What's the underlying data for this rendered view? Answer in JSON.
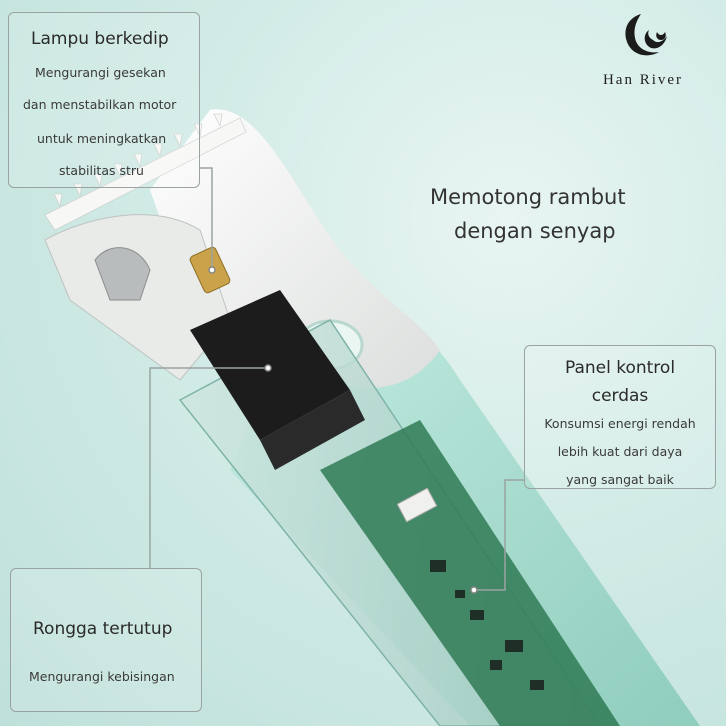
{
  "brand": {
    "name": "Han River",
    "logo_icon": "wave-logo-icon"
  },
  "headline": {
    "line1": "Memotong rambut",
    "line2": "dengan senyap"
  },
  "callouts": {
    "top_left": {
      "title": "Lampu berkedip",
      "lines": [
        "Mengurangi gesekan",
        "dan menstabilkan motor",
        "untuk meningkatkan",
        "stabilitas stru"
      ]
    },
    "right": {
      "title_line1": "Panel kontrol",
      "title_line2": "cerdas",
      "lines": [
        "Konsumsi energi rendah",
        "lebih kuat dari daya",
        "yang sangat baik"
      ]
    },
    "bottom_left": {
      "title": "Rongga tertutup",
      "lines": [
        "Mengurangi kebisingan"
      ]
    }
  },
  "colors": {
    "body_mint": "#a9dccf",
    "cap_white": "#f3f4f2",
    "motor_black": "#1c1c1c",
    "pcb_green": "#2f7a55"
  }
}
